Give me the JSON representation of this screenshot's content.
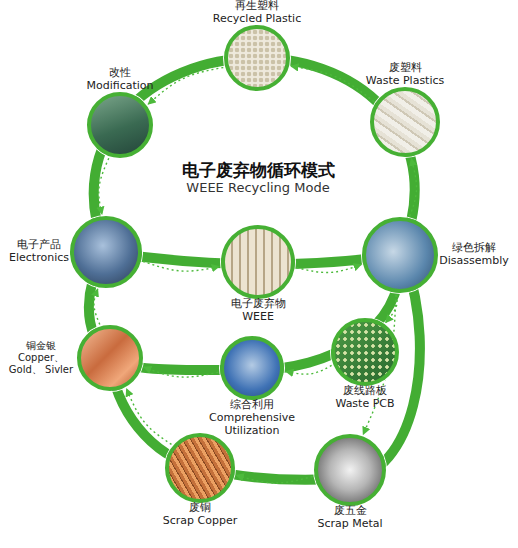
{
  "diagram": {
    "title": "电子废弃物循环模式",
    "nodes": [
      {
        "text": [
          "再生塑料",
          "Recycled Plastic"
        ]
      },
      {
        "text": [
          "改性",
          "Modification"
        ]
      },
      {
        "text": [
          "废塑料",
          "Waste Plastics"
        ]
      },
      {
        "text": [
          "电子产品",
          "Electronics"
        ]
      },
      {
        "text": [
          "电子废弃物",
          "WEEE"
        ]
      },
      {
        "text": [
          "绿色拆解",
          "Disassembly"
        ]
      },
      {
        "text": [
          "铜金银",
          "Copper、Gold、 Sivler"
        ]
      },
      {
        "text": [
          "综合利用",
          "Comprehensive Utilization"
        ]
      },
      {
        "text": [
          "废线路板",
          "Waste PCB"
        ]
      },
      {
        "text": [
          "废铜",
          "Scrap Copper"
        ]
      },
      {
        "text": [
          "废五金",
          "Scrap Metal"
        ]
      }
    ],
    "edges": [
      {
        "from": 3,
        "to": 4,
        "arrow": "to"
      },
      {
        "from": 4,
        "to": 5,
        "arrow": "to"
      },
      {
        "from": 5,
        "to": 2,
        "arrow": "to"
      },
      {
        "from": 2,
        "to": 0,
        "arrow": "to"
      },
      {
        "from": 0,
        "to": 1,
        "arrow": "to"
      },
      {
        "from": 1,
        "to": 3,
        "arrow": "to"
      },
      {
        "from": 5,
        "to": 8,
        "arrow": "to"
      },
      {
        "from": 8,
        "to": 7,
        "arrow": "to"
      },
      {
        "from": 7,
        "to": 6,
        "arrow": "to"
      },
      {
        "from": 6,
        "to": 3,
        "arrow": "to"
      },
      {
        "from": 5,
        "to": 10,
        "arrow": "to"
      },
      {
        "from": 10,
        "to": 9,
        "arrow": "to"
      },
      {
        "from": 9,
        "to": 6,
        "arrow": "to"
      }
    ],
    "labels": [
      "WEEE Recycling Mode"
    ]
  }
}
